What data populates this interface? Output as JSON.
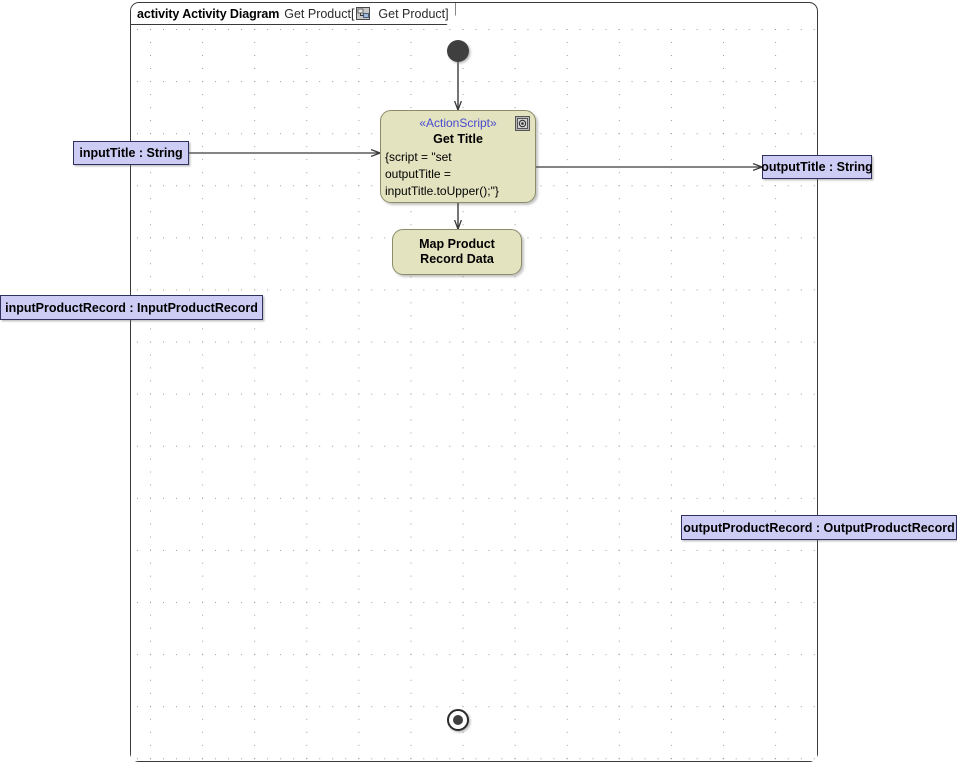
{
  "frame": {
    "kind_label": "activity Activity Diagram",
    "diagram_name": "Get Product",
    "bracket_open": "[",
    "bracket_close": "]",
    "qualified_name": "Get Product",
    "header_icon": "activity-diagram-icon"
  },
  "nodes": {
    "initial": {
      "name": "initial-node"
    },
    "final": {
      "name": "activity-final-node"
    },
    "get_title": {
      "stereotype": "«ActionScript»",
      "title": "Get Title",
      "body": "{script = \"set\noutputTitle =\ninputTitle.toUpper();\"}",
      "icon": "script-gear-icon"
    },
    "map_product": {
      "title_line1": "Map Product",
      "title_line2": "Record Data"
    }
  },
  "parameters": {
    "input_title": "inputTitle : String",
    "input_product_record": "inputProductRecord : InputProductRecord",
    "output_title": "outputTitle : String",
    "output_product_record": "outputProductRecord : OutputProductRecord"
  },
  "colors": {
    "action_fill": "#e3e3c0",
    "action_border": "#8c8c6a",
    "parameter_fill": "#ccccf5",
    "parameter_border": "#31315f",
    "stereotype_text": "#4a4ad0",
    "control_node": "#3f3f3f",
    "frame_border": "#3a3a3a",
    "grid_dot": "#9a9a9a",
    "edge": "#3a3a3a",
    "canvas_background": "#ffffff"
  }
}
